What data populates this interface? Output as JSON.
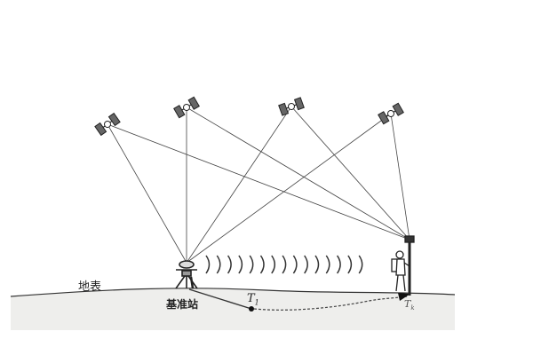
{
  "labels": {
    "surface": "地表",
    "base_station": "基准站",
    "point_t1": "T",
    "point_t1_sub": "1",
    "point_tk": "T",
    "point_tk_sub": "k"
  },
  "satellite_count": 4,
  "colors": {
    "line": "#333333",
    "ground": "#eeeeec"
  }
}
